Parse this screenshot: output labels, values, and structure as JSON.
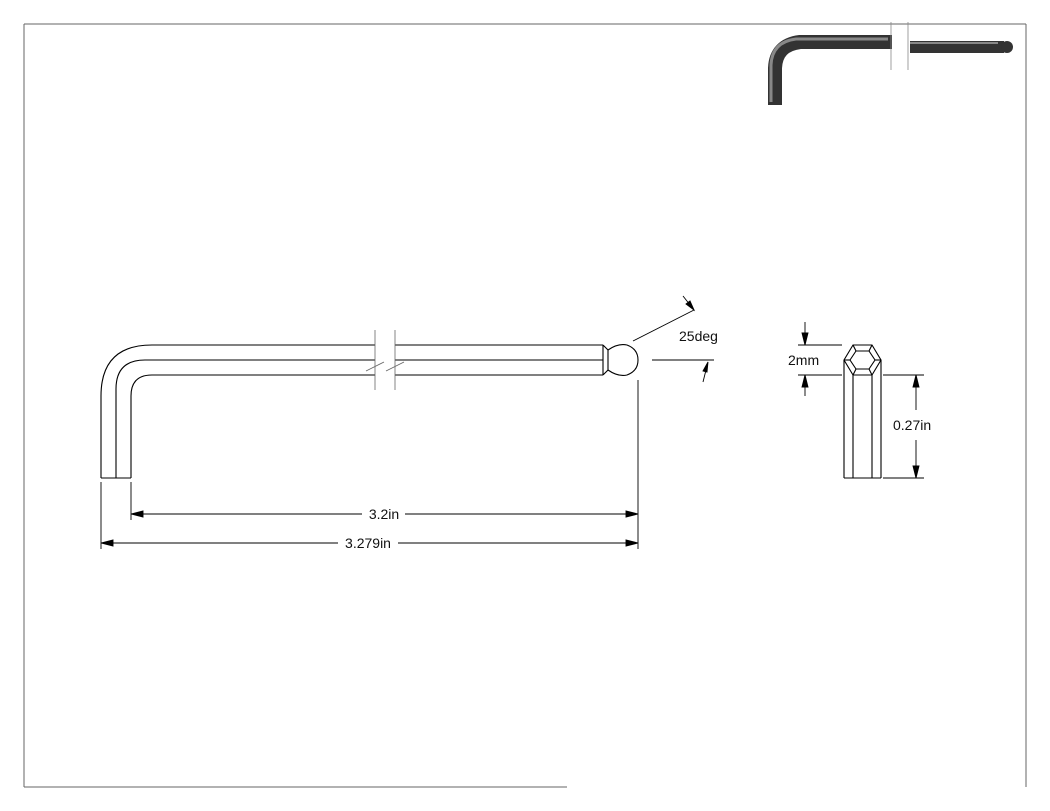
{
  "dimensions": {
    "length_inner": "3.2in",
    "length_overall": "3.279in",
    "ball_angle": "25deg",
    "hex_size": "2mm",
    "short_arm": "0.27in"
  },
  "colors": {
    "line": "#000000",
    "iso_fill": "#4a4a4a",
    "iso_highlight": "#8a8a8a",
    "frame": "#666666"
  }
}
